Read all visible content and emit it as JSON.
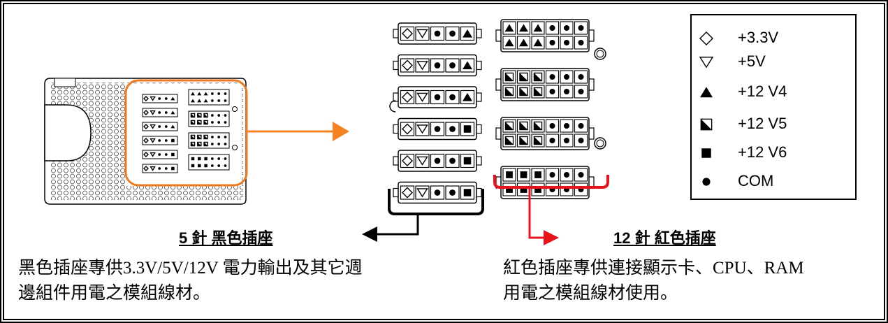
{
  "legend": {
    "items": [
      {
        "symbol": "diamond-outline",
        "label": "+3.3V"
      },
      {
        "symbol": "triangle-down-outline",
        "label": "+5V"
      },
      {
        "symbol": "triangle-up-filled",
        "label": "+12 V4"
      },
      {
        "symbol": "half-filled-square",
        "label": "+12 V5"
      },
      {
        "symbol": "square-filled",
        "label": "+12 V6"
      },
      {
        "symbol": "circle-filled",
        "label": "COM"
      }
    ]
  },
  "connectors": {
    "black": {
      "label": "5 針  黑色插座",
      "desc_line1": "黑色插座專供3.3V/5V/12V 電力輸出及其它週",
      "desc_line2": "邊組件用電之模組線材。",
      "rows": [
        [
          "diamond-outline",
          "triangle-down-outline",
          "circle-filled",
          "circle-filled",
          "triangle-up-filled"
        ],
        [
          "diamond-outline",
          "triangle-down-outline",
          "circle-filled",
          "circle-filled",
          "triangle-up-filled"
        ],
        [
          "diamond-outline",
          "triangle-down-outline",
          "circle-filled",
          "circle-filled",
          "triangle-up-filled"
        ],
        [
          "diamond-outline",
          "triangle-down-outline",
          "circle-filled",
          "circle-filled",
          "square-filled"
        ],
        [
          "diamond-outline",
          "triangle-down-outline",
          "circle-filled",
          "circle-filled",
          "square-filled"
        ],
        [
          "diamond-outline",
          "triangle-down-outline",
          "circle-filled",
          "circle-filled",
          "square-filled"
        ]
      ]
    },
    "red": {
      "label": "12 針  紅色插座",
      "desc_line1": "紅色插座專供連接顯示卡、CPU、RAM",
      "desc_line2": "用電之模組線材使用。",
      "blocks": [
        {
          "pins": "triangle-up-filled"
        },
        {
          "pins": "half-filled-square"
        },
        {
          "pins": "half-filled-square"
        },
        {
          "pins": "square-filled"
        }
      ]
    }
  },
  "colors": {
    "highlight": "#f07a1e",
    "arrow_orange": "#f58220",
    "red_bracket": "#e8141b",
    "black": "#000000"
  }
}
